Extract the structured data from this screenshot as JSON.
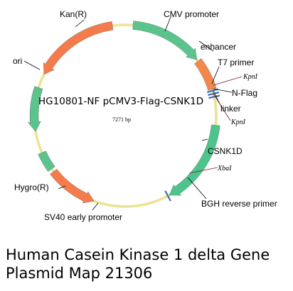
{
  "plasmid": {
    "name": "HG10801-NF pCMV3-Flag-CSNK1D",
    "size": "7271 bp"
  },
  "features": [
    {
      "id": "kan",
      "label": "Kan(R)",
      "color": "#f47c4c"
    },
    {
      "id": "cmv",
      "label": "CMV promoter",
      "color": "#5bc48d"
    },
    {
      "id": "enh",
      "label": "enhancer",
      "color": "#f4884c"
    },
    {
      "id": "t7",
      "label": "T7 primer",
      "color": "#3a6cb5"
    },
    {
      "id": "nflag",
      "label": "N-Flag",
      "color": "#3a6cb5"
    },
    {
      "id": "linker",
      "label": "linker",
      "color": "#3a6cb5"
    },
    {
      "id": "csnk",
      "label": "CSNK1D",
      "color": "#4cc48c"
    },
    {
      "id": "bgh",
      "label": "BGH reverse primer",
      "color": "#3a6cb5"
    },
    {
      "id": "sv40",
      "label": "SV40 early promoter",
      "color": "#5bc48d"
    },
    {
      "id": "hygro",
      "label": "Hygro(R)",
      "color": "#f47c4c"
    },
    {
      "id": "ori",
      "label": "ori",
      "color": "#5bc48d"
    }
  ],
  "sites": [
    {
      "id": "kpn1a",
      "label": "KpnI"
    },
    {
      "id": "kpn1b",
      "label": "KpnI"
    },
    {
      "id": "xba1",
      "label": "XbaI"
    }
  ],
  "caption": {
    "line1": "Human Casein Kinase 1 delta Gene",
    "line2": "Plasmid Map 21306"
  },
  "colors": {
    "backbone": "#f0eaa0",
    "resistance": "#f47c4c",
    "promoter": "#5bc48d",
    "primer": "#3a6cb5",
    "site_line": "#8b1a1a"
  }
}
